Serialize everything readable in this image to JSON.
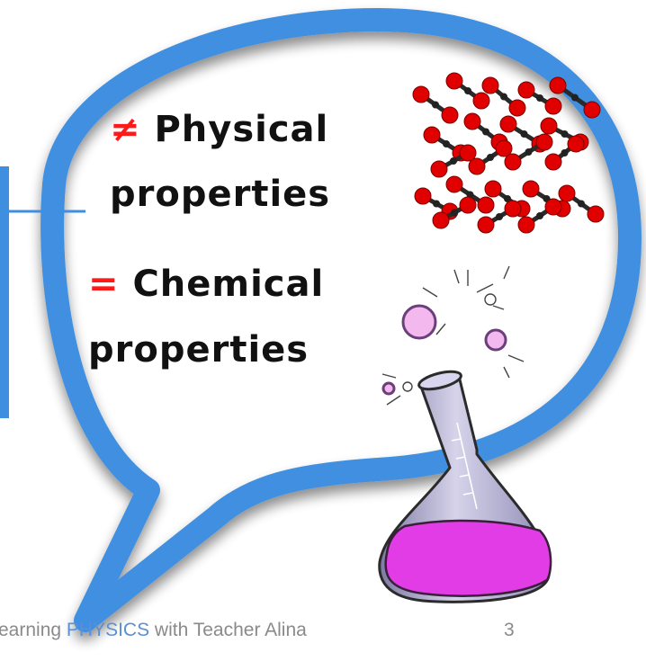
{
  "slide": {
    "line1": {
      "symbol": "≠",
      "text": "Physical"
    },
    "line2": {
      "text": "properties"
    },
    "line3": {
      "symbol": "=",
      "text": "Chemical"
    },
    "line4": {
      "text": "properties"
    }
  },
  "footer": {
    "text_before": "earning ",
    "text_highlight": "PHYSICS",
    "text_after": " with Teacher Alina",
    "page_number": "3"
  },
  "colors": {
    "bubble_outline": "#3f8fe0",
    "symbol": "#ff1a1a",
    "flask_liquid": "#e23ce6",
    "molecule_atom": "#e00000"
  },
  "icons": [
    "speech-bubble-icon",
    "molecule-lattice-icon",
    "flask-icon"
  ]
}
